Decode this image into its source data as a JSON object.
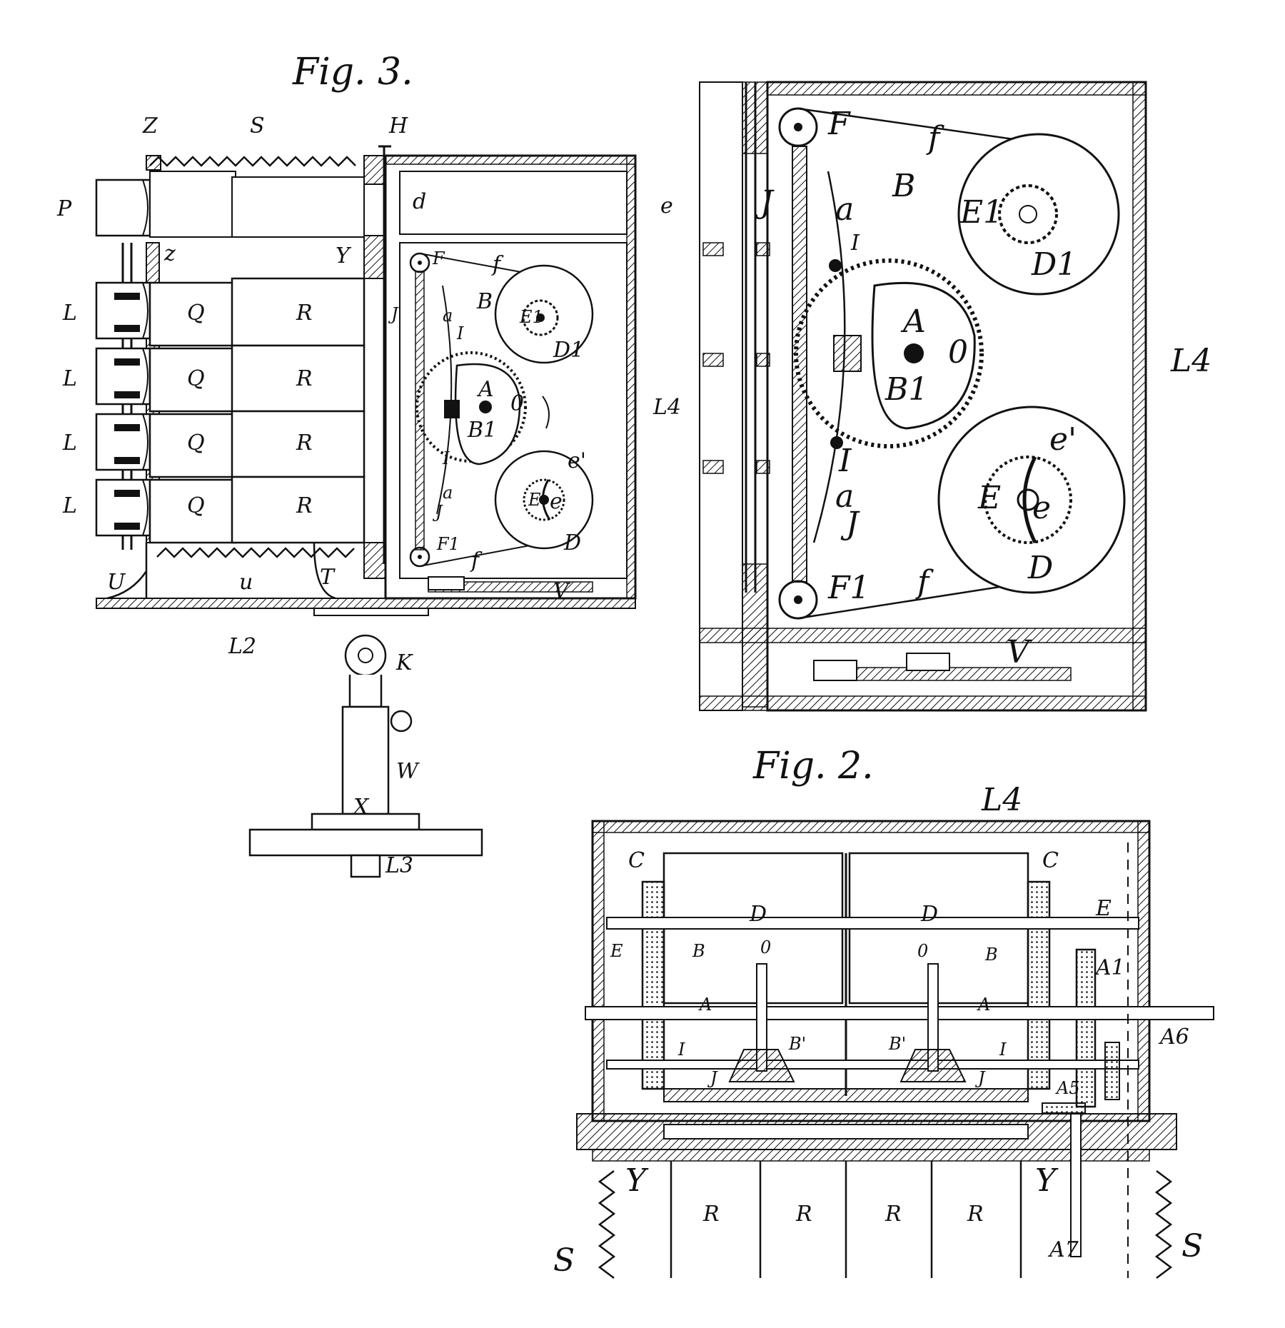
{
  "figures": {
    "fig3": {
      "title": "Fig. 3.",
      "labels": {
        "Z": "Z",
        "S": "S",
        "H": "H",
        "P": "P",
        "d": "d",
        "e": "e",
        "z": "z",
        "Y": "Y",
        "L": "L",
        "Q": "Q",
        "R": "R",
        "J": "J",
        "F": "F",
        "f": "f",
        "a": "a",
        "B": "B",
        "I": "I",
        "E1": "E1",
        "D1": "D1",
        "A": "A",
        "O": "0",
        "B1": "B1",
        "L4": "L4",
        "e1": "e'",
        "E": "E",
        "e_inner": "e",
        "D": "D",
        "F1": "F1",
        "U": "U",
        "u": "u",
        "T": "T",
        "V": "V",
        "L2": "L2",
        "K": "K",
        "W": "W",
        "X": "X",
        "L3": "L3"
      }
    },
    "detail": {
      "labels": {
        "F": "F",
        "f": "f",
        "J": "J",
        "a": "a",
        "B": "B",
        "E1": "E1",
        "D1": "D1",
        "I": "I",
        "A": "A",
        "O": "0",
        "B1": "B1",
        "L4": "L4",
        "e1": "e'",
        "E": "E",
        "e_inner": "e",
        "D": "D",
        "F1": "F1",
        "V": "V"
      }
    },
    "fig2": {
      "title": "Fig. 2.",
      "labels": {
        "L4": "L4",
        "C": "C",
        "D": "D",
        "E": "E",
        "B": "B",
        "O": "0",
        "A1": "A1",
        "A": "A",
        "I": "I",
        "B_prime": "B'",
        "J": "J",
        "A6": "A6",
        "A5": "A5",
        "Y": "Y",
        "S": "S",
        "R": "R",
        "A7": "A7"
      }
    }
  }
}
